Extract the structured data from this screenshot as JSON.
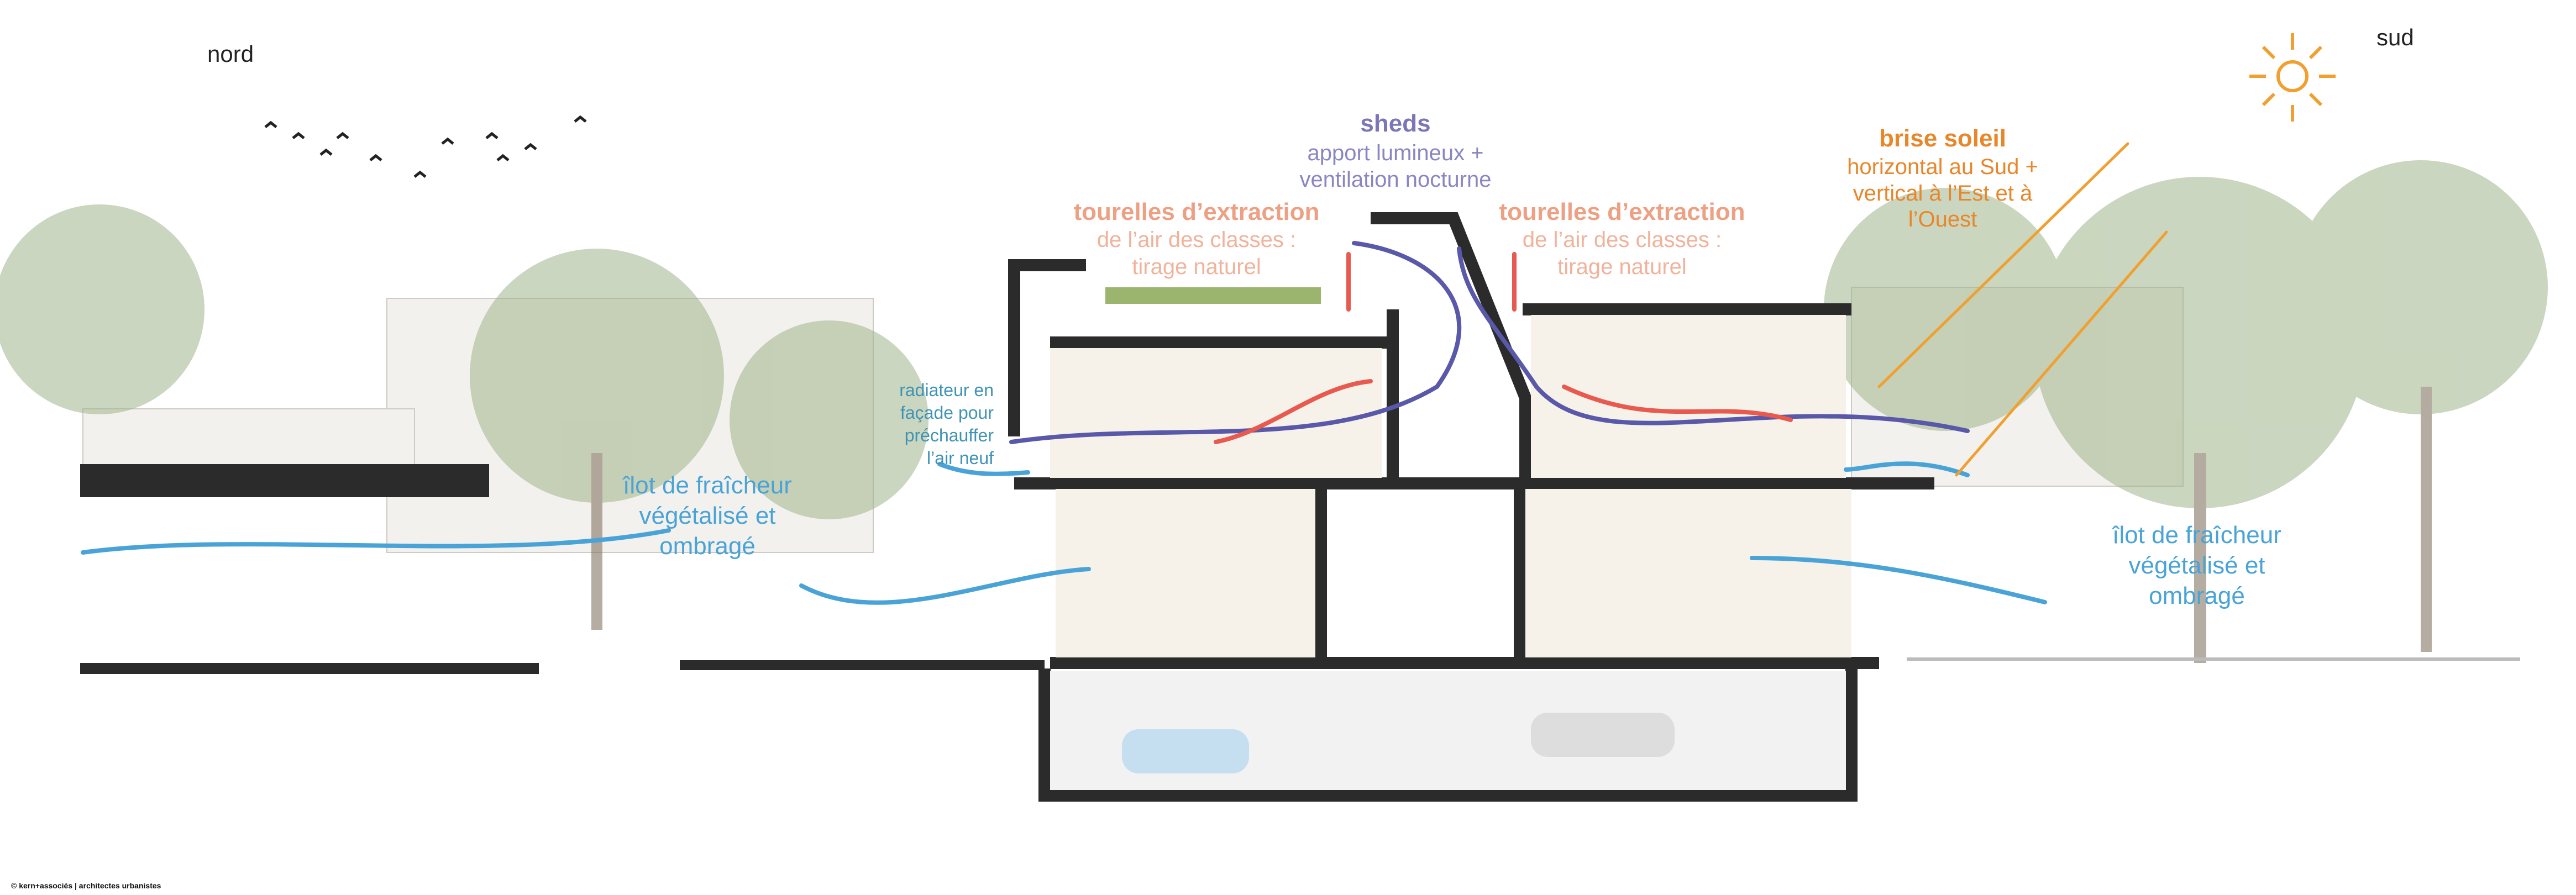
{
  "orientation": {
    "north": "nord",
    "south": "sud"
  },
  "sheds": {
    "title": "sheds",
    "lines": [
      "apport lumineux +",
      "ventilation nocturne"
    ]
  },
  "tourelles_left": {
    "title": "tourelles d’extraction",
    "lines": [
      "de l’air des classes :",
      "tirage naturel"
    ]
  },
  "tourelles_right": {
    "title": "tourelles d’extraction",
    "lines": [
      "de l’air des classes :",
      "tirage naturel"
    ]
  },
  "brise_soleil": {
    "title": "brise soleil",
    "lines": [
      "horizontal au Sud +",
      "vertical à l’Est et à",
      "l’Ouest"
    ]
  },
  "radiateur": {
    "lines": [
      "radiateur en",
      "façade pour",
      "préchauffer",
      "l’air neuf"
    ]
  },
  "ilot_left": {
    "lines": [
      "îlot de fraîcheur",
      "végétalisé et",
      "ombragé"
    ]
  },
  "ilot_right": {
    "lines": [
      "îlot de fraîcheur",
      "végétalisé et",
      "ombragé"
    ]
  },
  "credit": "© kern+associés | architectes urbanistes",
  "colors": {
    "structure": "#2b2b2b",
    "sheds": "#5a58a8",
    "extraction": "#e85a4f",
    "fresh_air": "#4aa3d6",
    "sun": "#f0a030",
    "tree": "#9fb58a"
  }
}
